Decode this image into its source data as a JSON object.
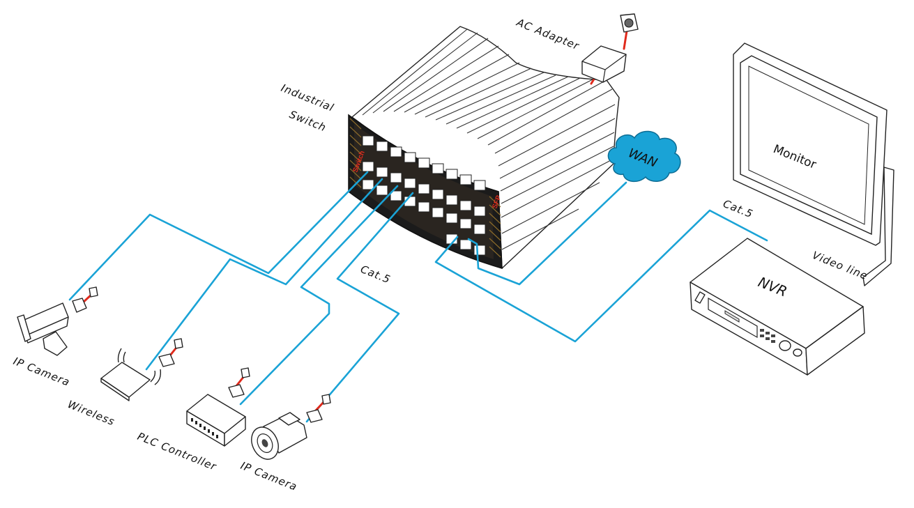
{
  "diagram": {
    "labels": {
      "industrial_switch_line1": "Industrial",
      "industrial_switch_line2": "Switch",
      "ac_adapter": "AC Adapter",
      "wan": "WAN",
      "monitor": "Monitor",
      "nvr": "NVR",
      "video_line": "Video line",
      "cat5_left": "Cat.5",
      "cat5_right": "Cat.5",
      "ip_camera_1": "IP Camera",
      "wireless": "Wireless",
      "plc_controller": "PLC Controller",
      "ip_camera_2": "IP Camera"
    },
    "switch_face": {
      "brand": "Switch",
      "sfp": "SFP"
    },
    "colors": {
      "ethernet_cable": "#1aa3d6",
      "power_cable": "#e02a1c",
      "wan_cloud": "#1aa3d6",
      "switch_trim": "#8a6a2a"
    }
  }
}
